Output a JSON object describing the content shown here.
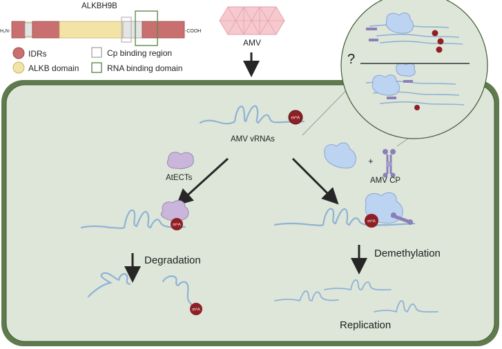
{
  "protein": {
    "name": "ALKBH9B",
    "n_terminus": "H₂N-",
    "c_terminus": "-COOH"
  },
  "legend": {
    "idrs": "IDRs",
    "alkb_domain": "ALKB domain",
    "cp_binding": "Cp binding region",
    "rna_binding": "RNA binding domain"
  },
  "virus": {
    "label": "AMV"
  },
  "labels": {
    "vrnas": "AMV vRNAs",
    "atects": "AtECTs",
    "plus": "+",
    "amv_cp": "AMV CP",
    "question": "?",
    "degradation": "Degradation",
    "demethylation": "Demethylation",
    "replication": "Replication",
    "m6a": "m⁶A"
  },
  "colors": {
    "idr": "#c96f6f",
    "alkb": "#f4e3a6",
    "cell_outer": "#5f7a4d",
    "cell_fill": "#dde6d8",
    "rna": "#8fb2d6",
    "protein": "#bcd3f2",
    "atects": "#c9b6da",
    "cp": "#8b7fb8",
    "m6a": "#8e1f24",
    "virus": "#f6c9cf"
  }
}
